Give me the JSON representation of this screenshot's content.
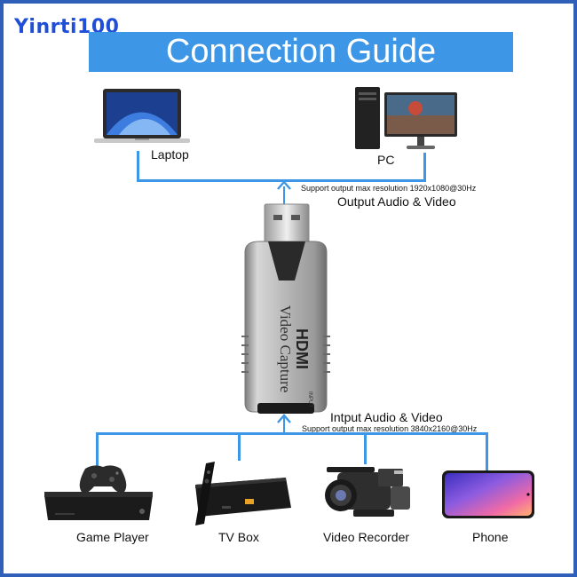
{
  "brand": {
    "logo_text": "Yinrti100"
  },
  "title": "Connection Guide",
  "outputs": {
    "devices": [
      {
        "label": "Laptop",
        "icon": "laptop-icon"
      },
      {
        "label": "PC",
        "icon": "desktop-pc-icon"
      }
    ],
    "support_text": "Support output max resolution 1920x1080@30Hz",
    "caption": "Output Audio & Video"
  },
  "capture_device": {
    "brand_text": "HDMI",
    "product_text": "Video Capture",
    "port_text": "INPUT"
  },
  "inputs": {
    "caption": "Intput Audio & Video",
    "support_text": "Support output max resolution 3840x2160@30Hz",
    "devices": [
      {
        "label": "Game Player",
        "icon": "game-console-icon"
      },
      {
        "label": "TV Box",
        "icon": "tv-box-icon"
      },
      {
        "label": "Video Recorder",
        "icon": "video-camera-icon"
      },
      {
        "label": "Phone",
        "icon": "smartphone-icon"
      }
    ]
  },
  "colors": {
    "accent": "#3e96e6",
    "border": "#2f5fb8",
    "brand": "#1f4fd8"
  }
}
